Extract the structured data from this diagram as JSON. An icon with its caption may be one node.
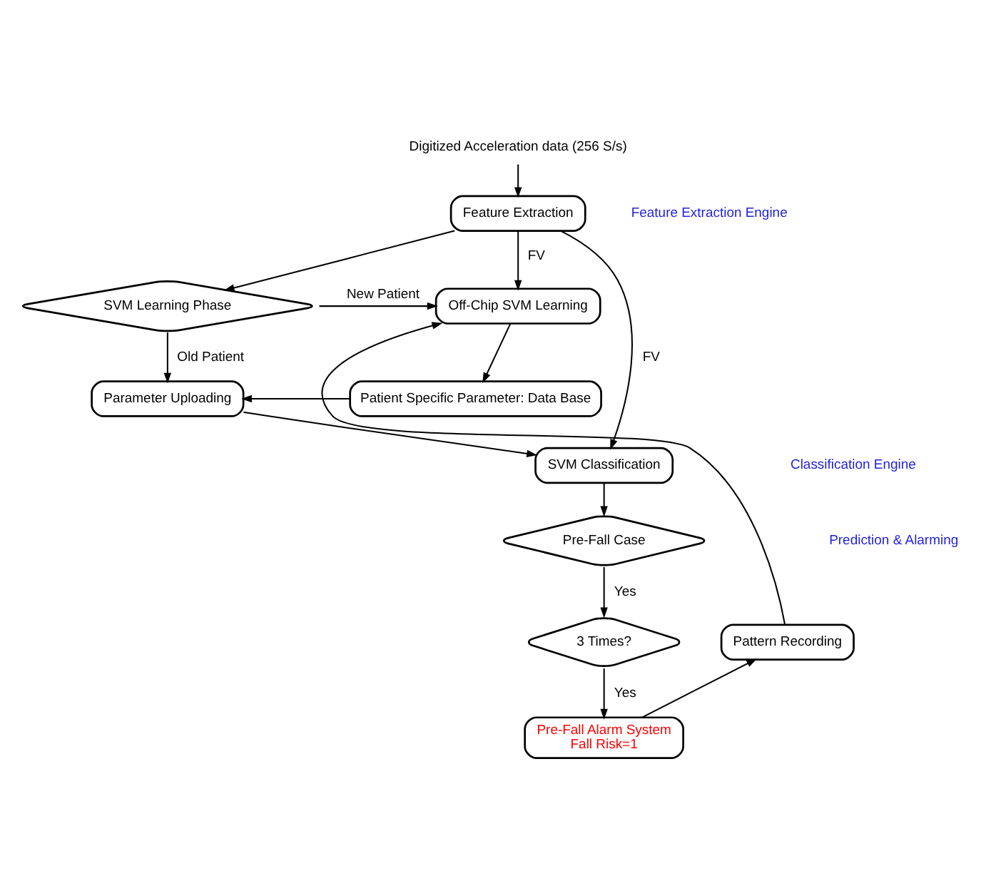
{
  "diagram": {
    "nodes": [
      {
        "text": [
          "Digitized Acceleration data (256 S/s)"
        ]
      },
      {
        "text": [
          "Feature Extraction"
        ]
      },
      {
        "text": [
          "SVM Learning Phase"
        ]
      },
      {
        "text": [
          "Off-Chip SVM Learning"
        ]
      },
      {
        "text": [
          "Patient Specific Parameter: Data Base"
        ]
      },
      {
        "text": [
          "Parameter Uploading"
        ]
      },
      {
        "text": [
          "SVM Classification"
        ]
      },
      {
        "text": [
          "Pre-Fall Case"
        ]
      },
      {
        "text": [
          "3 Times?"
        ]
      },
      {
        "text": [
          "Pre-Fall Alarm System",
          "Fall Risk=1"
        ]
      },
      {
        "text": [
          "Pattern Recording"
        ]
      }
    ],
    "edges": [
      {
        "from": 0,
        "to": 1,
        "arrow": "to"
      },
      {
        "from": 1,
        "to": 3,
        "arrow": "to",
        "label": "FV"
      },
      {
        "from": 1,
        "to": 2,
        "arrow": "to"
      },
      {
        "from": 1,
        "to": 6,
        "arrow": "to",
        "label": "FV"
      },
      {
        "from": 2,
        "to": 3,
        "arrow": "to",
        "label": "New Patient"
      },
      {
        "from": 2,
        "to": 5,
        "arrow": "to",
        "label": "Old Patient"
      },
      {
        "from": 3,
        "to": 4,
        "arrow": "to"
      },
      {
        "from": 4,
        "to": 5,
        "arrow": "to"
      },
      {
        "from": 5,
        "to": 6,
        "arrow": "to"
      },
      {
        "from": 6,
        "to": 7,
        "arrow": "to"
      },
      {
        "from": 7,
        "to": 8,
        "arrow": "to",
        "label": "Yes"
      },
      {
        "from": 8,
        "to": 9,
        "arrow": "to",
        "label": "Yes"
      },
      {
        "from": 9,
        "to": 10,
        "arrow": "to"
      },
      {
        "from": 10,
        "to": 3,
        "arrow": "to"
      }
    ],
    "labels": [
      "Feature Extraction Engine",
      "Classification Engine",
      "Prediction & Alarming"
    ]
  }
}
